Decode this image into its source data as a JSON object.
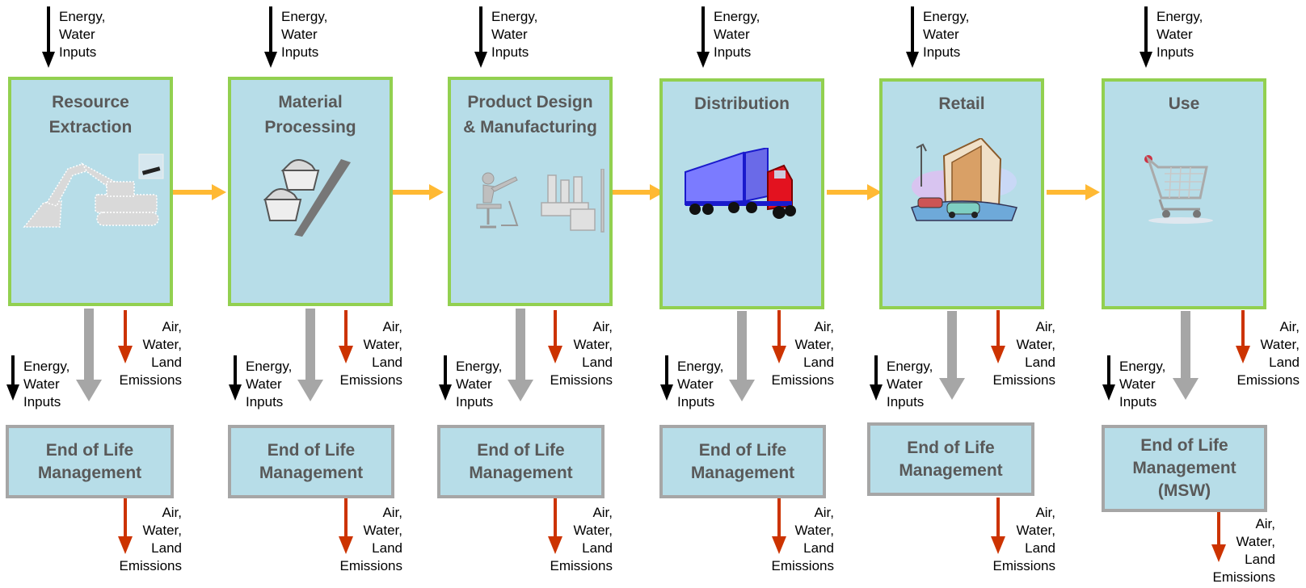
{
  "stages": [
    {
      "title": "Resource\nExtraction",
      "eol": "End of Life\nManagement"
    },
    {
      "title": "Material\nProcessing",
      "eol": "End of Life\nManagement"
    },
    {
      "title": "Product Design\n& Manufacturing",
      "eol": "End of Life\nManagement"
    },
    {
      "title": "Distribution",
      "eol": "End of Life\nManagement"
    },
    {
      "title": "Retail",
      "eol": "End of Life\nManagement"
    },
    {
      "title": "Use",
      "eol": "End of Life\nManagement\n(MSW)"
    }
  ],
  "labels": {
    "inputs": "Energy,\nWater\nInputs",
    "emissions": "Air,\nWater,\nLand\nEmissions"
  },
  "icons": [
    "excavator-icon",
    "materials-icon",
    "manufacturing-icon",
    "truck-icon",
    "store-icon",
    "shopping-cart-icon"
  ],
  "colors": {
    "stage_fill": "#b7dde8",
    "stage_border": "#92d050",
    "eol_border": "#a6a6a6",
    "flow_arrow": "#ffb933",
    "emission_arrow": "#cc3300",
    "input_arrow": "#000000",
    "eol_arrow": "#a6a6a6"
  }
}
